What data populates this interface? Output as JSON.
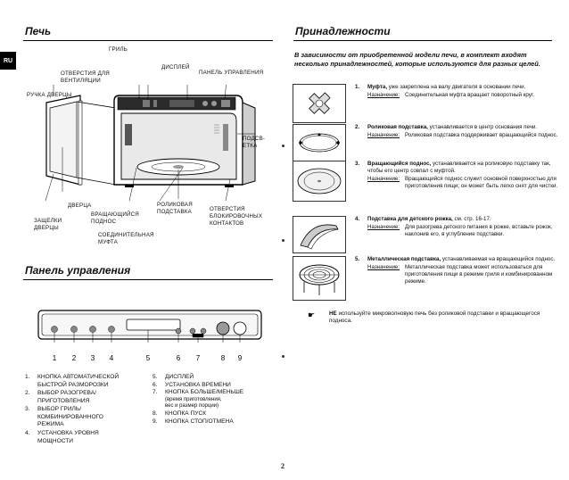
{
  "lang_tab": "RU",
  "left": {
    "oven_title": "Печь",
    "oven_labels": {
      "grill": "ГРИЛЬ",
      "display": "ДИСПЛЕЙ",
      "vent_line1": "ОТВЕРСТИЯ ДЛЯ",
      "vent_line2": "ВЕНТИЛЯЦИИ",
      "control_panel": "ПАНЕЛЬ УПРАВЛЕНИЯ",
      "door_handle": "РУЧКА ДВЕРЦЫ",
      "stand_line1": "ПОДСВ-",
      "stand_line2": "ЕТКА",
      "door": "ДВЕРЦА",
      "latches_line1": "ЗАЩЕЛКИ",
      "latches_line2": "ДВЕРЦЫ",
      "turntable_line1": "ВРАЩАЮЩИЙСЯ",
      "turntable_line2": "ПОДНОС",
      "roller_line1": "РОЛИКОВАЯ",
      "roller_line2": "ПОДСТАВКА",
      "coupler_line1": "СОЕДИНИТЕЛЬНАЯ",
      "coupler_line2": "МУФТА",
      "safety_line1": "ОТВЕРСТИЯ",
      "safety_line2": "БЛОКИРОВОЧНЫХ",
      "safety_line3": "КОНТАКТОВ"
    },
    "panel_title": "Панель управления",
    "panel_numbers": [
      "1",
      "2",
      "3",
      "4",
      "5",
      "6",
      "7",
      "8",
      "9"
    ],
    "panel_legend_left": [
      {
        "n": "1.",
        "lines": [
          "КНОПКА АВТОМАТИЧЕСКОЙ",
          "БЫСТРОЙ РАЗМОРОЗКИ"
        ]
      },
      {
        "n": "2.",
        "lines": [
          "ВЫБОР РАЗОГРЕВА/",
          "ПРИГОТОВЛЕНИЯ"
        ]
      },
      {
        "n": "3.",
        "lines": [
          "ВЫБОР ГРИЛЬ/",
          "КОМБИНИРОВАННОГО",
          "РЕЖИМА"
        ]
      },
      {
        "n": "4.",
        "lines": [
          "УСТАНОВКА УРОВНЯ",
          "МОЩНОСТИ"
        ]
      }
    ],
    "panel_legend_right": [
      {
        "n": "5.",
        "text": "ДИСПЛЕЙ"
      },
      {
        "n": "6.",
        "text": "УСТАНОВКА ВРЕМЕНИ"
      },
      {
        "n": "7.",
        "text": "КНОПКА БОЛЬШЕ/МЕНЬШЕ"
      },
      {
        "n": "",
        "text": "(время приготовления,"
      },
      {
        "n": "",
        "text": "вес и размер порции)"
      },
      {
        "n": "8.",
        "text": "КНОПКА ПУСК"
      },
      {
        "n": "9.",
        "text": "КНОПКА СТОП/ОТМЕНА"
      }
    ]
  },
  "right": {
    "title": "Принадлежности",
    "intro": "В зависимости от приобретенной модели печи, в комплект входят несколько принадлежностей, которые используются для разных целей.",
    "purpose_key": "Назначение:",
    "items": [
      {
        "n": "1.",
        "name": "Муфта,",
        "desc": " уже закреплена на валу двигателя в основании печи.",
        "purpose": "Соединительная муфта вращает поворотный круг."
      },
      {
        "n": "2.",
        "name": "Роликовая подставка,",
        "desc": " устанавливается в центр основания печи.",
        "purpose": "Роликовая подставка поддерживает вращающийся поднос."
      },
      {
        "n": "3.",
        "name": "Вращающийся поднос,",
        "desc": " устанавливается на роликовую подставку так, чтобы его центр совпал с муфтой.",
        "purpose": "Вращающийся поднос служит основной поверхностью для приготовления пищи; он может быть легко снят для чистки."
      },
      {
        "n": "4.",
        "name": "Подставка для детского рожка,",
        "desc": " см. стр. 16-17.",
        "purpose": "Для разогрева детского питания в рожке, вставьте рожок, наклонив его, в углубление подставки."
      },
      {
        "n": "5.",
        "name": "Металлическая подставка,",
        "desc": " устанавливаемая на вращающийся поднос.",
        "purpose": "Металлическая подставка может использоваться для приготовления пищи в режиме гриля и комбинированном режиме."
      }
    ],
    "note_bold": "НЕ",
    "note_text": " используйте микроволновую печь без роликовой подставки и вращающегося подноса."
  },
  "page_number": "2"
}
